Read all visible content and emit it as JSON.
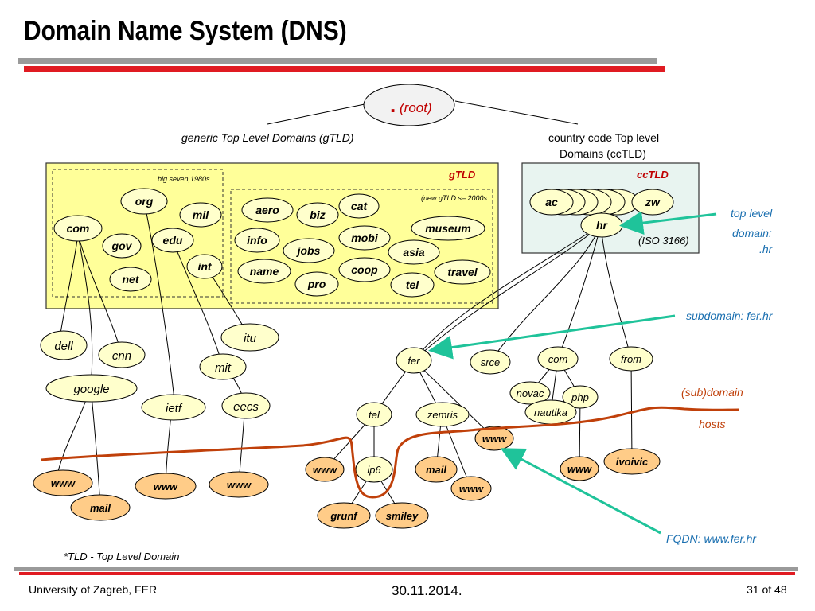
{
  "slide": {
    "title": "Domain Name System (DNS)",
    "footer_left": "University of Zagreb, FER",
    "footer_center": "30.11.2014.",
    "footer_right": "31 of 48",
    "footnote": "*TLD - Top Level Domain"
  },
  "diagram": {
    "root_dot": ".",
    "root_label": "(root)",
    "gtld_heading": "generic Top Level Domains (gTLD)",
    "cctld_heading_1": "country code Top level",
    "cctld_heading_2": "Domains (ccTLD)",
    "gtld_box_label": "gTLD",
    "cctld_box_label": "ccTLD",
    "big_seven_label": "big seven,1980s",
    "new_gtld_label": "(new  gTLD s– 2000s",
    "iso_label": "(ISO 3166)",
    "big_seven": [
      "org",
      "mil",
      "com",
      "edu",
      "gov",
      "int",
      "net"
    ],
    "new_gtlds": [
      "aero",
      "biz",
      "cat",
      "museum",
      "info",
      "jobs",
      "mobi",
      "asia",
      "name",
      "coop",
      "travel",
      "pro",
      "tel"
    ],
    "cctlds": [
      "ac",
      "zw",
      "hr"
    ],
    "hr_subdomains": [
      "fer",
      "srce",
      "com",
      "from"
    ],
    "fer_subdomains": [
      "tel",
      "zemris",
      "www"
    ],
    "com_hr_subdomains": [
      "novac",
      "php",
      "nautika"
    ],
    "other_domains": [
      "dell",
      "cnn",
      "google",
      "itu",
      "mit",
      "ietf",
      "eecs",
      "ip6"
    ],
    "hosts": [
      "www",
      "mail",
      "www",
      "www",
      "www",
      "grunf",
      "smiley",
      "mail",
      "www",
      "www",
      "ivoivic"
    ],
    "annotations": {
      "top_level_1": "top level",
      "top_level_2": "domain:",
      "top_level_3": ".hr",
      "subdomain": "subdomain: fer.hr",
      "sub_domain": "(sub)domain",
      "hosts": "hosts",
      "fqdn": "FQDN: www.fer.hr"
    },
    "colors": {
      "gtld_fill": "#ffff99",
      "cctld_fill": "#e8f4f0",
      "node_fill": "#ffffcc",
      "host_fill": "#ffcc88",
      "arrow": "#1fc39a",
      "curve": "#c0400a",
      "label_red": "#c00000",
      "annotation_blue": "#1a6fb0"
    }
  }
}
